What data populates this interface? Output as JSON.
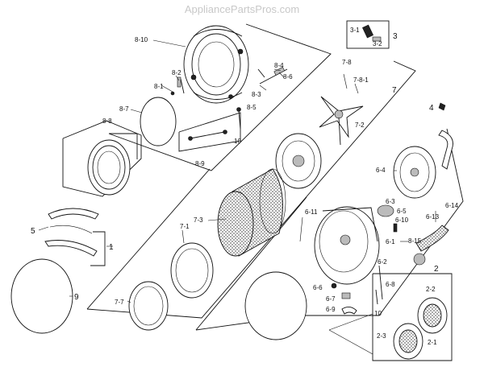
{
  "watermark": "AppliancePartsPros.com",
  "callouts": {
    "c1": "1",
    "c2": "2",
    "c2_1": "2-1",
    "c2_2": "2-2",
    "c2_3": "2-3",
    "c3": "3",
    "c3_1": "3-1",
    "c3_2": "3-2",
    "c4": "4",
    "c5": "5",
    "c6_1": "6-1",
    "c6_2": "6-2",
    "c6_3": "6-3",
    "c6_4": "6-4",
    "c6_5": "6-5",
    "c6_6": "6-6",
    "c6_7": "6-7",
    "c6_8": "6-8",
    "c6_9": "6-9",
    "c6_10": "6-10",
    "c6_11": "6-11",
    "c6_13": "6-13",
    "c6_14": "6-14",
    "c7": "7",
    "c7_1": "7-1",
    "c7_2": "7-2",
    "c7_3": "7-3",
    "c7_7": "7-7",
    "c7_8": "7-8",
    "c7_8_1": "7-8-1",
    "c8_1": "8-1",
    "c8_2": "8-2",
    "c8_3": "8-3",
    "c8_4": "8-4",
    "c8_5": "8-5",
    "c8_6": "8-6",
    "c8_7": "8-7",
    "c8_8": "8-8",
    "c8_9": "8-9",
    "c8_10": "8-10",
    "c8_15": "8-15",
    "c9": "9",
    "c10a": "10",
    "c10b": "10"
  }
}
